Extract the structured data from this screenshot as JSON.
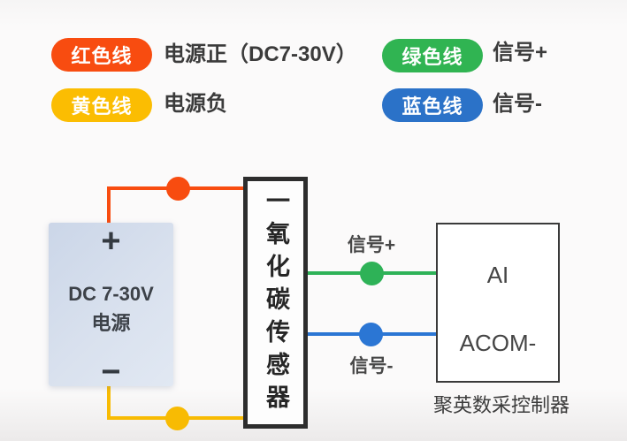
{
  "legend": {
    "items": [
      {
        "pill": "红色线",
        "pill_color": "#f84c10",
        "desc": "电源正（DC7-30V）"
      },
      {
        "pill": "黄色线",
        "pill_color": "#fbbd02",
        "desc": "电源负"
      },
      {
        "pill": "绿色线",
        "pill_color": "#30b452",
        "desc": "信号+"
      },
      {
        "pill": "蓝色线",
        "pill_color": "#2b72c8",
        "desc": "信号-"
      }
    ]
  },
  "diagram": {
    "wire_colors": {
      "red": "#f84c10",
      "yellow": "#f8bb03",
      "green": "#2eb257",
      "blue": "#2b76d4"
    },
    "power_supply": {
      "plus": "+",
      "minus": "−",
      "line1": "DC 7-30V",
      "line2": "电源"
    },
    "sensor": {
      "label": "一氧化碳传感器"
    },
    "signal_plus_label": "信号+",
    "signal_minus_label": "信号-",
    "controller": {
      "port_ai": "AI",
      "port_acom": "ACOM-",
      "caption": "聚英数采控制器"
    }
  }
}
